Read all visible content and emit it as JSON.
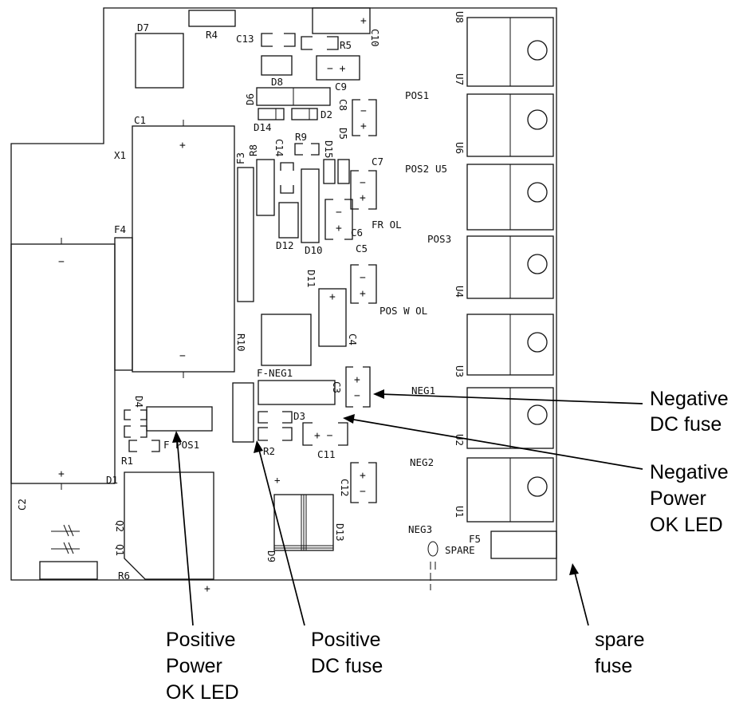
{
  "board": {
    "refdes": {
      "D7": "D7",
      "R4": "R4",
      "C13": "C13",
      "R5": "R5",
      "C10": "C10",
      "U8": "U8",
      "D8": "D8",
      "C9": "C9",
      "D6": "D6",
      "D14": "D14",
      "D2": "D2",
      "C8": "C8",
      "D5": "D5",
      "U7": "U7",
      "C1": "C1",
      "X1": "X1",
      "R9": "R9",
      "R8": "R8",
      "C14": "C14",
      "D15": "D15",
      "F3": "F3",
      "C7": "C7",
      "U6": "U6",
      "U5": "U5",
      "F4": "F4",
      "D12": "D12",
      "D10": "D10",
      "C6": "C6",
      "C5": "C5",
      "D11": "D11",
      "R10": "R10",
      "C4": "C4",
      "U4": "U4",
      "F_NEG1": "F-NEG1",
      "C3": "C3",
      "U3": "U3",
      "D4": "D4",
      "D3": "D3",
      "F_POS1": "F POS1",
      "C11": "C11",
      "R2": "R2",
      "R1": "R1",
      "U2": "U2",
      "C12": "C12",
      "C2": "C2",
      "D1": "D1",
      "Q2": "Q2",
      "Q1": "Q1",
      "R6": "R6",
      "D9": "D9",
      "D13": "D13",
      "U1": "U1",
      "F5": "F5",
      "SPARE": "SPARE"
    },
    "silk_labels": {
      "pos1": "POS1",
      "pos2": "POS2",
      "pos3": "POS3",
      "fr_ol": "FR OL",
      "pos_w_ol": "POS W OL",
      "neg1": "NEG1",
      "neg2": "NEG2",
      "neg3": "NEG3"
    },
    "symbols": {
      "plus": "+",
      "minus": "−",
      "pair": "+ −",
      "pair_rev": "− +"
    }
  },
  "callouts": {
    "negative_dc_fuse": [
      "Negative",
      "DC fuse"
    ],
    "negative_power_ok_led": [
      "Negative",
      "Power",
      "OK LED"
    ],
    "positive_power_ok_led": [
      "Positive",
      "Power",
      "OK LED"
    ],
    "positive_dc_fuse": [
      "Positive",
      "DC fuse"
    ],
    "spare_fuse": [
      "spare",
      "fuse"
    ]
  },
  "colors": {
    "line": "#111111",
    "background": "#ffffff"
  }
}
